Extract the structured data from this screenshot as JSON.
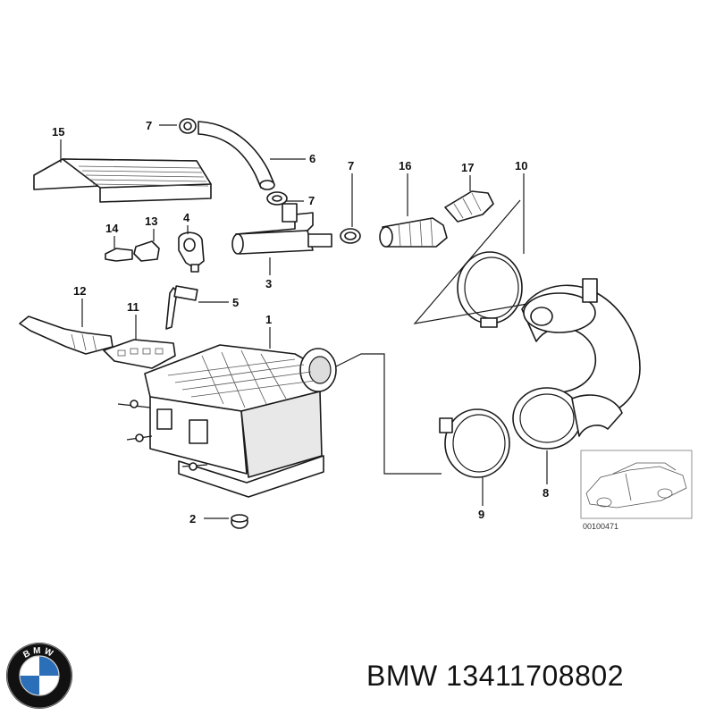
{
  "labels": {
    "l1": "1",
    "l2": "2",
    "l3": "3",
    "l4": "4",
    "l5": "5",
    "l6": "6",
    "l7a": "7",
    "l7b": "7",
    "l7c": "7",
    "l8": "8",
    "l9": "9",
    "l10": "10",
    "l11": "11",
    "l12": "12",
    "l13": "13",
    "l14": "14",
    "l15": "15",
    "l16": "16",
    "l17": "17"
  },
  "reference_code": "00100471",
  "brand": {
    "text": "BMW 13411708802",
    "logo_text": "BMW",
    "colors": {
      "blue": "#2a6fb8",
      "ring": "#111111",
      "white": "#ffffff"
    }
  }
}
